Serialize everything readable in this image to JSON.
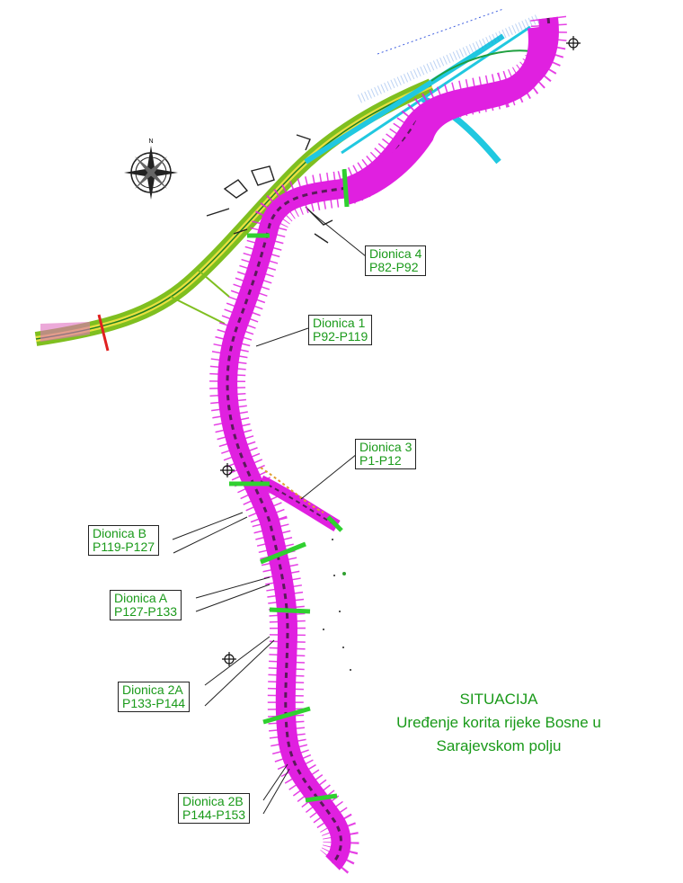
{
  "sections": [
    {
      "id": "d4",
      "name": "Dionica 4",
      "range": "P82-P92"
    },
    {
      "id": "d1",
      "name": "Dionica 1",
      "range": "P92-P119"
    },
    {
      "id": "d3",
      "name": "Dionica 3",
      "range": "P1-P12"
    },
    {
      "id": "db",
      "name": "Dionica B",
      "range": "P119-P127"
    },
    {
      "id": "da",
      "name": "Dionica A",
      "range": "P127-P133"
    },
    {
      "id": "d2a",
      "name": "Dionica 2A",
      "range": "P133-P144"
    },
    {
      "id": "d2b",
      "name": "Dionica 2B",
      "range": "P144-P153"
    }
  ],
  "title": {
    "line1": "SITUACIJA",
    "line2": "Uređenje korita rijeke Bosne u",
    "line3": "Sarajevskom polju"
  },
  "colors": {
    "river": "#e020e0",
    "label_text": "#1a9a1a",
    "road": "#9ccc30",
    "highway_cyan": "#20c8e0"
  },
  "icons": [
    "north-arrow-compass-icon"
  ]
}
